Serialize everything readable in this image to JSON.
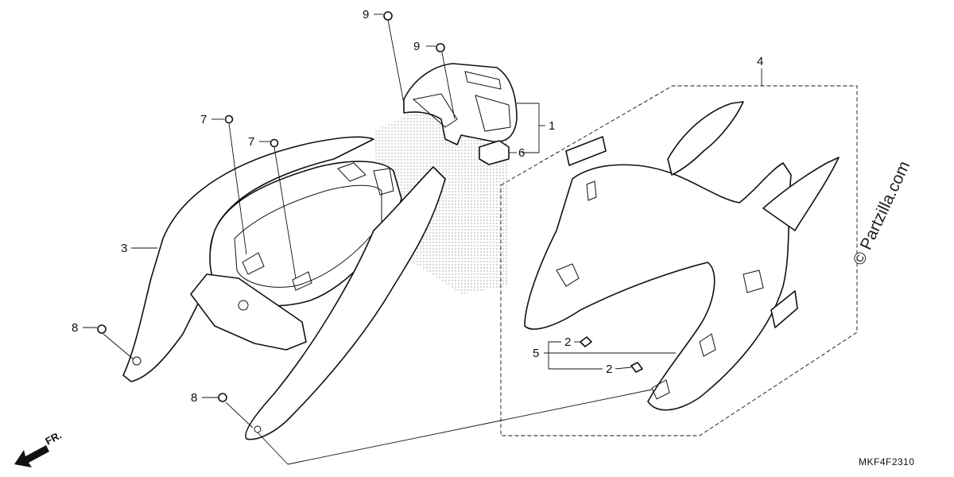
{
  "diagram": {
    "callouts": {
      "c1": "1",
      "c2a": "2",
      "c2b": "2",
      "c3": "3",
      "c4": "4",
      "c5": "5",
      "c6": "6",
      "c7a": "7",
      "c7b": "7",
      "c8a": "8",
      "c8b": "8",
      "c9a": "9",
      "c9b": "9"
    },
    "direction_label": "FR.",
    "diagram_code": "MKF4F2310",
    "watermark": "© Partzilla.com"
  }
}
